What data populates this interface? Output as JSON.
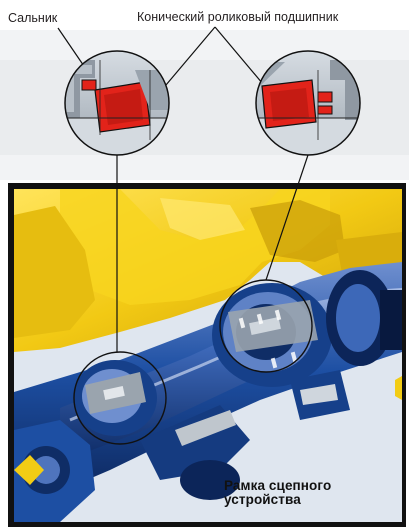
{
  "labels": {
    "seal": "Сальник",
    "tapered_roller_bearing": "Конический роликовый подшипник",
    "hitch_frame": "Рамка сцепного\nустройства"
  },
  "colors": {
    "frame_yellow": "#f2cc14",
    "frame_shadow": "#c9a10c",
    "axle_blue": "#1d4fa3",
    "axle_dark": "#0f2d66",
    "housing_gray": "#bfc6cd",
    "bearing_red": "#e2231a",
    "border": "#111111"
  },
  "icons": [
    "seal-detail-circle",
    "bearing-detail-circle"
  ]
}
